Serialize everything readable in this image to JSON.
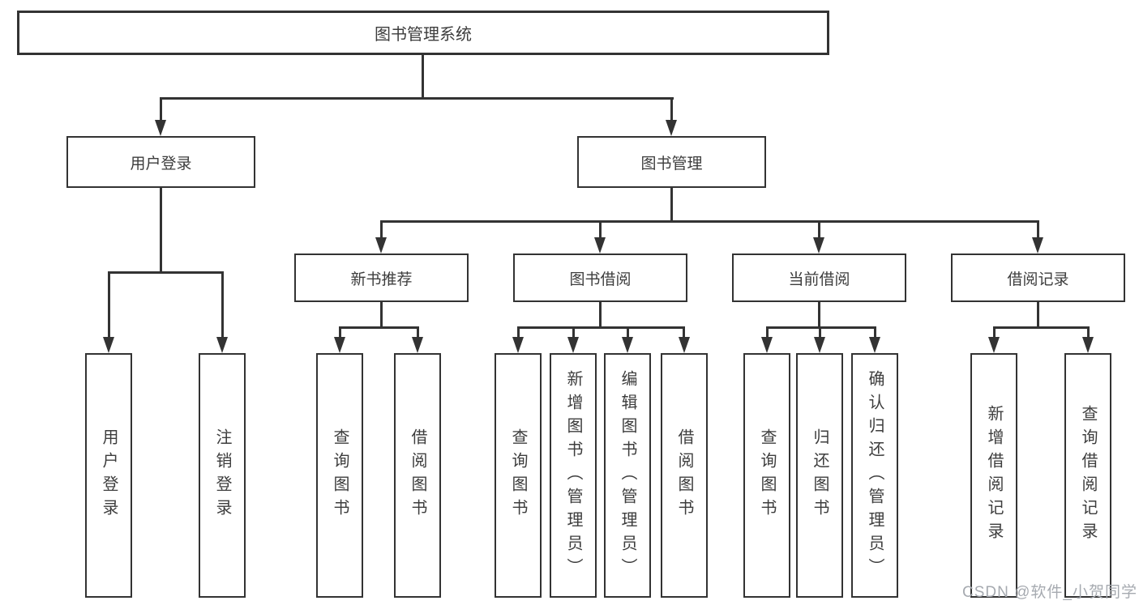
{
  "diagram": {
    "root": "图书管理系统",
    "level2": [
      "用户登录",
      "图书管理"
    ],
    "level3": [
      "新书推荐",
      "图书借阅",
      "当前借阅",
      "借阅记录"
    ],
    "leaves": {
      "user_login": [
        "用户登录",
        "注销登录"
      ],
      "new_book_rec": [
        "查询图书",
        "借阅图书"
      ],
      "book_borrow": [
        "查询图书",
        "新增图书（管理员）",
        "编辑图书（管理员）",
        "借阅图书"
      ],
      "current_borrow": [
        "查询图书",
        "归还图书",
        "确认归还（管理员）"
      ],
      "borrow_records": [
        "新增借阅记录",
        "查询借阅记录"
      ]
    }
  },
  "watermark": "CSDN @软件_小贺同学",
  "colors": {
    "line": "#333333",
    "text": "#3d3d3d",
    "watermark": "#a6aab0",
    "background": "#ffffff"
  }
}
